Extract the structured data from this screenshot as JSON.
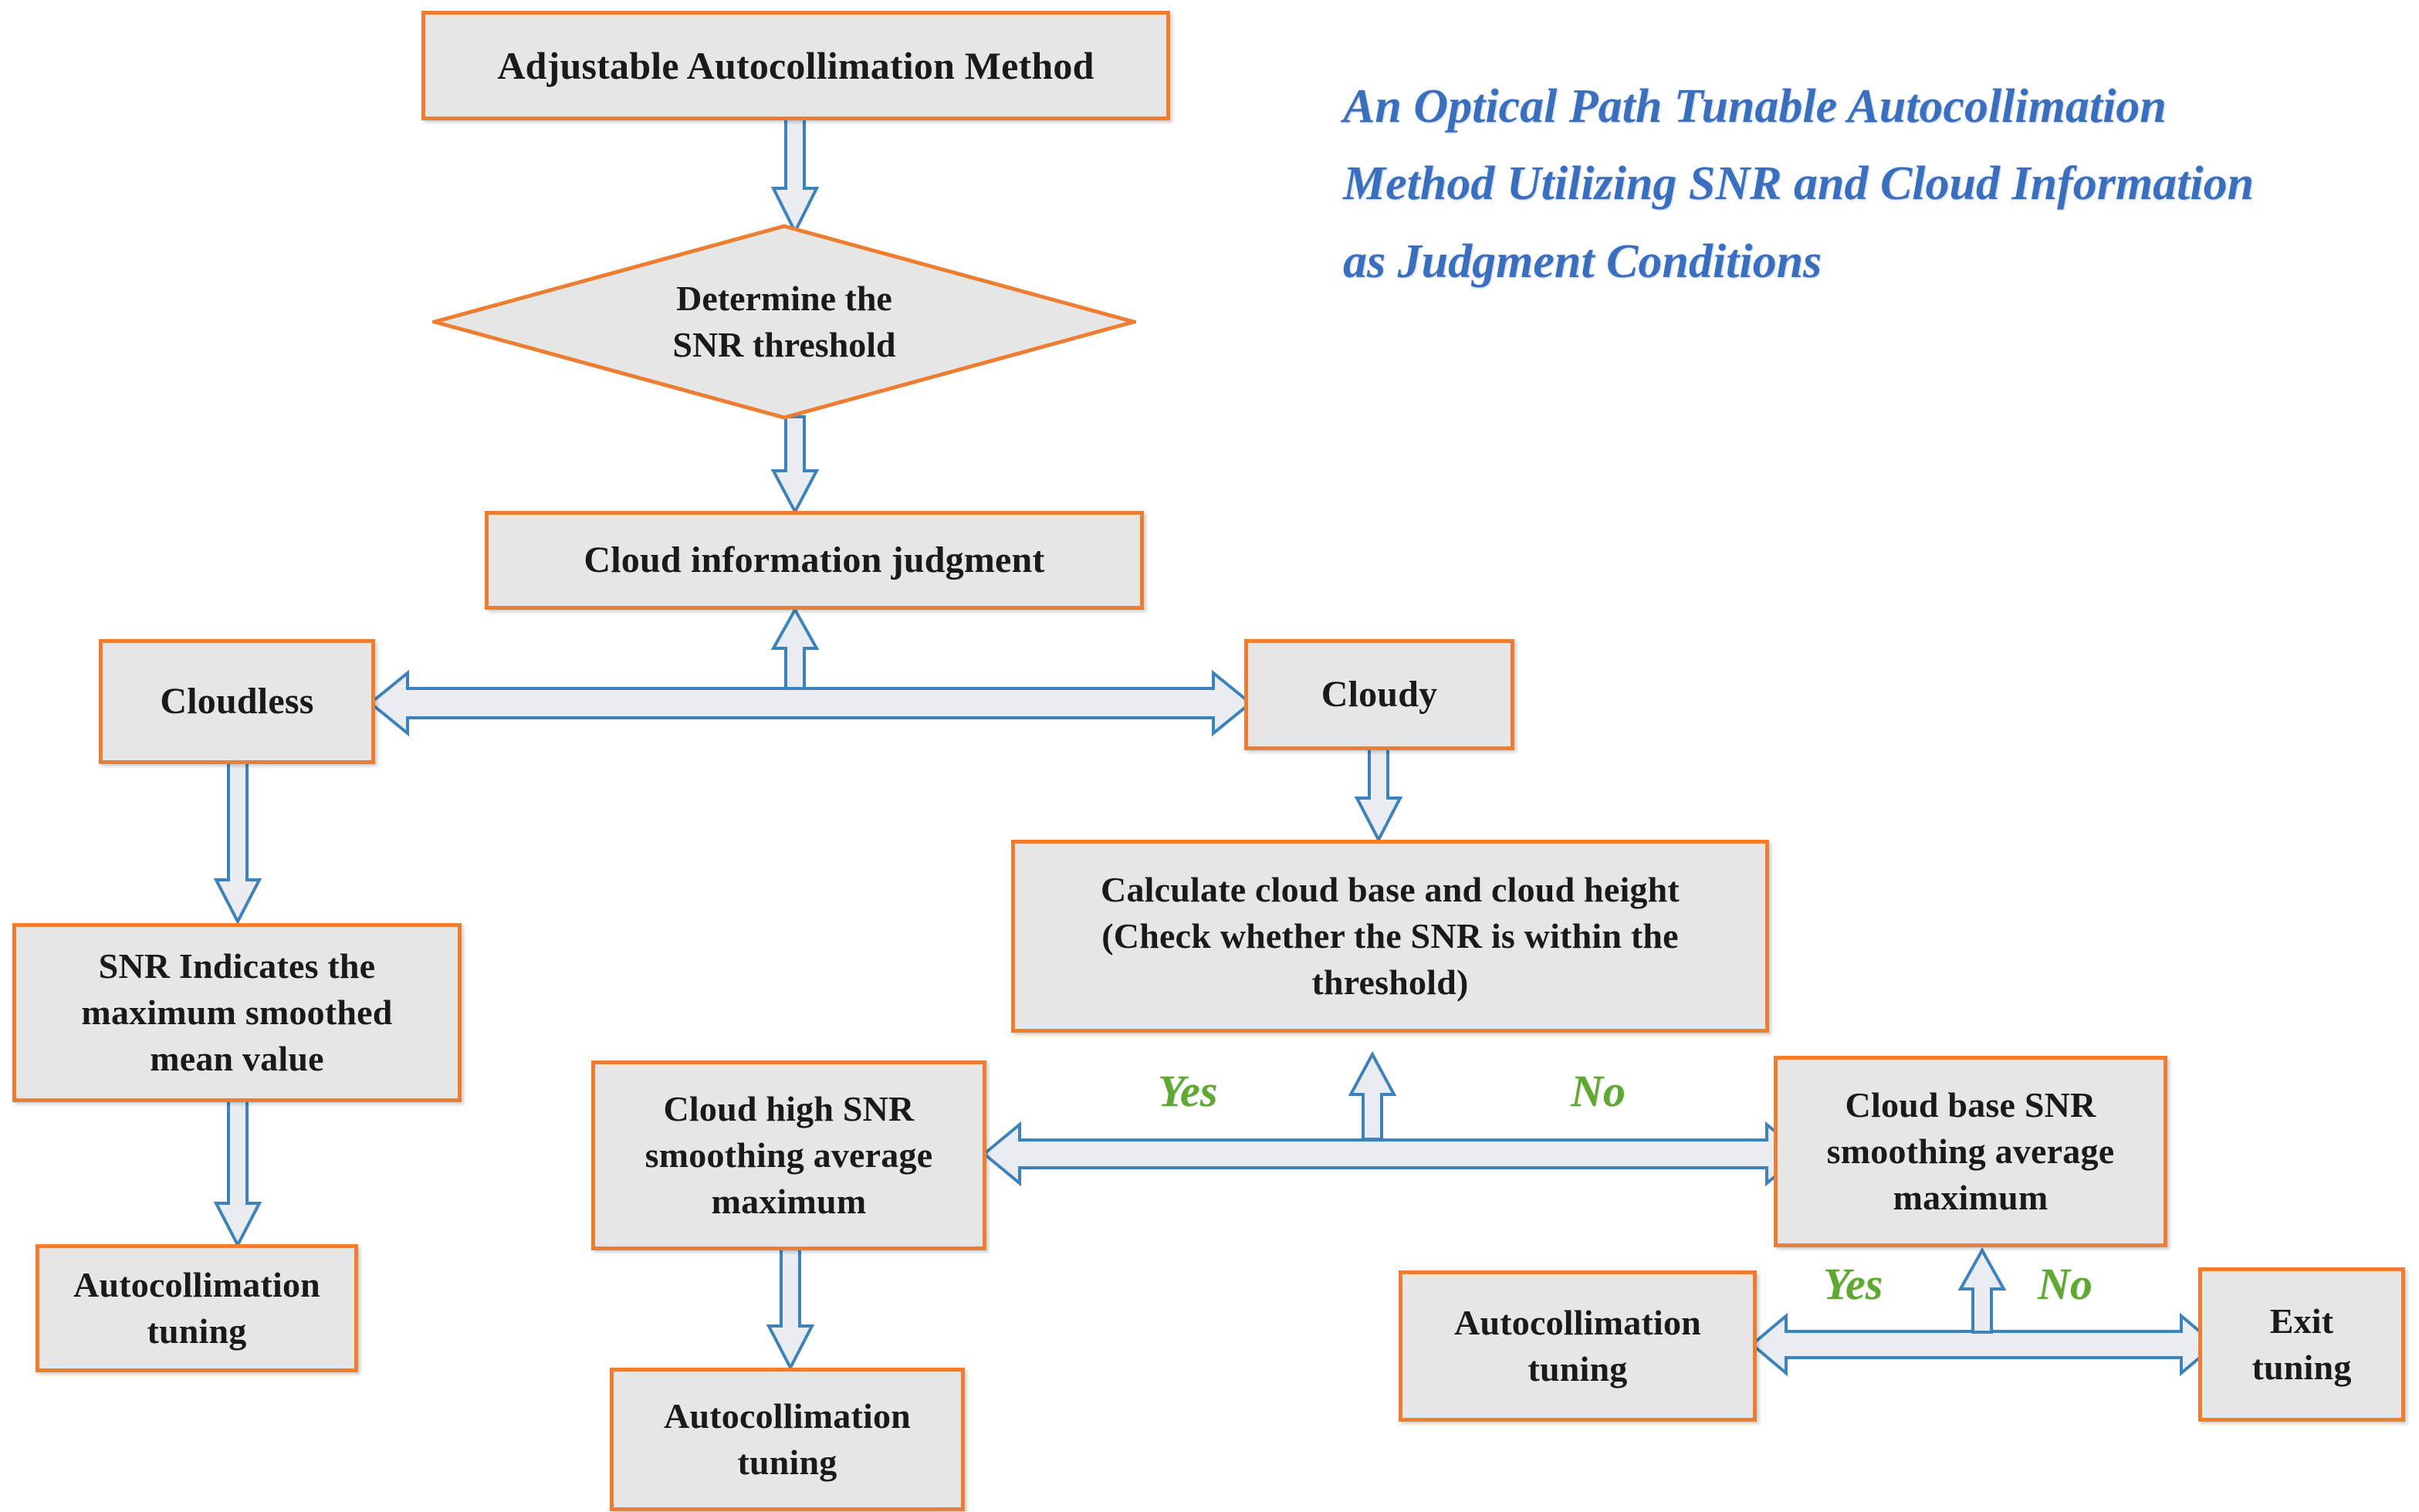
{
  "heading": {
    "line1": "An Optical Path Tunable Autocollimation",
    "line2": "Method Utilizing SNR and Cloud Information",
    "line3": "as Judgment Conditions",
    "color": "#3A6FBF"
  },
  "theme": {
    "node_fill": "#E7E6E6",
    "node_border": "#ED7D31",
    "arrow_fill": "#E9EDF2",
    "arrow_stroke": "#3E82BC",
    "branch_label_color": "#5FA832",
    "text_color": "#1A1A1A"
  },
  "nodes": {
    "start": "Adjustable Autocollimation Method",
    "decision": "Determine the\nSNR threshold",
    "cloud_judgment": "Cloud information judgment",
    "cloudless": "Cloudless",
    "cloudy": "Cloudy",
    "snr_max_mean": "SNR Indicates the\nmaximum smoothed\nmean value",
    "autocollimation_tuning_left": "Autocollimation\ntuning",
    "calculate_cloud": "Calculate cloud base and cloud height\n(Check whether the SNR is within the\nthreshold)",
    "cloud_high_snr": "Cloud high SNR\nsmoothing average\nmaximum",
    "cloud_base_snr": "Cloud base SNR\nsmoothing average\nmaximum",
    "autocollimation_tuning_center": "Autocollimation\ntuning",
    "autocollimation_tuning_right": "Autocollimation\ntuning",
    "exit_tuning": "Exit\ntuning"
  },
  "branch_labels": {
    "mid_yes": "Yes",
    "mid_no": "No",
    "bottom_yes": "Yes",
    "bottom_no": "No"
  },
  "flow": {
    "type": "flowchart",
    "edges": [
      {
        "from": "start",
        "to": "decision",
        "label": ""
      },
      {
        "from": "decision",
        "to": "cloud_judgment",
        "label": ""
      },
      {
        "from": "cloud_judgment",
        "to": "cloudless",
        "label": ""
      },
      {
        "from": "cloud_judgment",
        "to": "cloudy",
        "label": ""
      },
      {
        "from": "cloudless",
        "to": "snr_max_mean",
        "label": ""
      },
      {
        "from": "snr_max_mean",
        "to": "autocollimation_tuning_left",
        "label": ""
      },
      {
        "from": "cloudy",
        "to": "calculate_cloud",
        "label": ""
      },
      {
        "from": "calculate_cloud",
        "to": "cloud_high_snr",
        "label": "Yes"
      },
      {
        "from": "calculate_cloud",
        "to": "cloud_base_snr",
        "label": "No"
      },
      {
        "from": "cloud_high_snr",
        "to": "autocollimation_tuning_center",
        "label": ""
      },
      {
        "from": "cloud_base_snr",
        "to": "autocollimation_tuning_right",
        "label": "Yes"
      },
      {
        "from": "cloud_base_snr",
        "to": "exit_tuning",
        "label": "No"
      }
    ]
  }
}
